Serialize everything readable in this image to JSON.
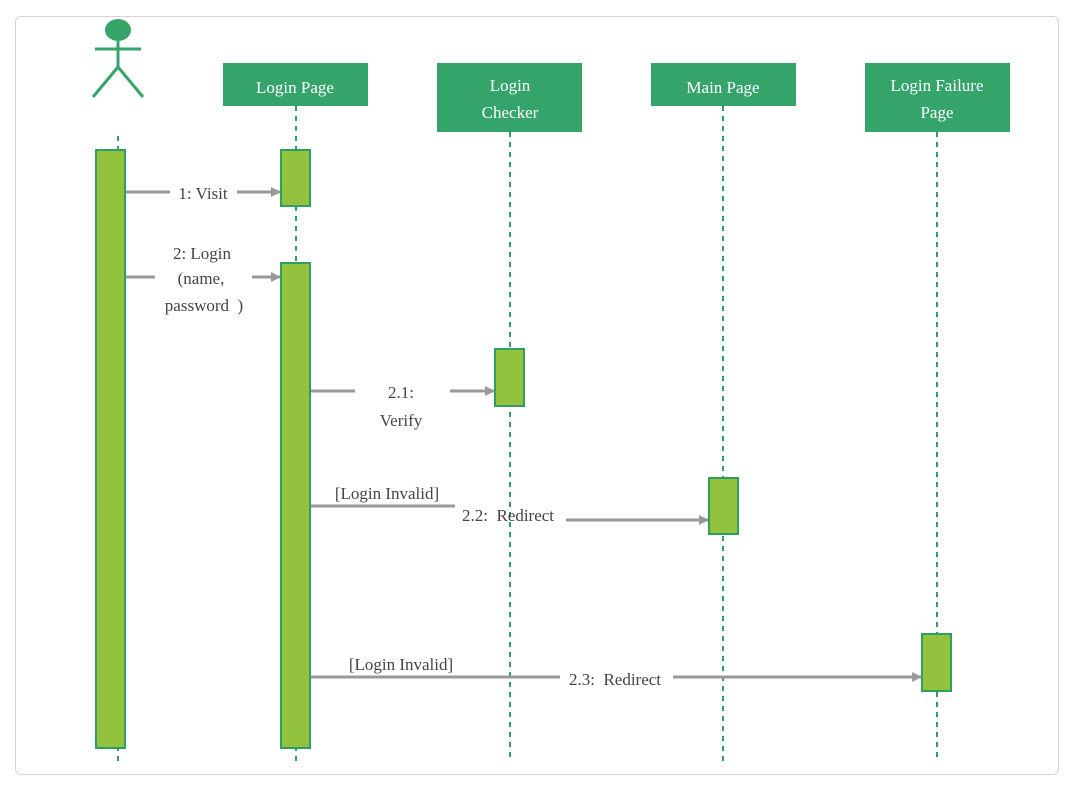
{
  "colors": {
    "header_fill": "#35a46b",
    "lifeline": "#2f9e63",
    "activation_fill": "#92c23e",
    "activation_stroke": "#2f9e63",
    "arrow": "#999999",
    "text": "#444444",
    "actor": "#35a46b"
  },
  "participants": [
    {
      "id": "actor",
      "type": "actor"
    },
    {
      "id": "login-page",
      "label_lines": [
        "Login Page"
      ]
    },
    {
      "id": "login-checker",
      "label_lines": [
        "Login",
        "Checker"
      ]
    },
    {
      "id": "main-page",
      "label_lines": [
        "Main Page"
      ]
    },
    {
      "id": "login-failure-page",
      "label_lines": [
        "Login Failure",
        "Page"
      ]
    }
  ],
  "messages": [
    {
      "id": "msg-visit",
      "from": "actor",
      "to": "login-page",
      "label_lines": [
        "1: Visit"
      ]
    },
    {
      "id": "msg-login",
      "from": "actor",
      "to": "login-page",
      "label_lines": [
        "2: Login",
        "(name,",
        "password  )"
      ]
    },
    {
      "id": "msg-verify",
      "from": "login-page",
      "to": "login-checker",
      "label_lines": [
        "2.1:",
        "Verify"
      ]
    },
    {
      "id": "msg-redirect-main",
      "from": "login-page",
      "to": "main-page",
      "guard": "[Login Invalid]",
      "label_lines": [
        "2.2:  Redirect"
      ]
    },
    {
      "id": "msg-redirect-failure",
      "from": "login-page",
      "to": "login-failure-page",
      "guard": "[Login Invalid]",
      "label_lines": [
        "2.3:  Redirect"
      ]
    }
  ]
}
